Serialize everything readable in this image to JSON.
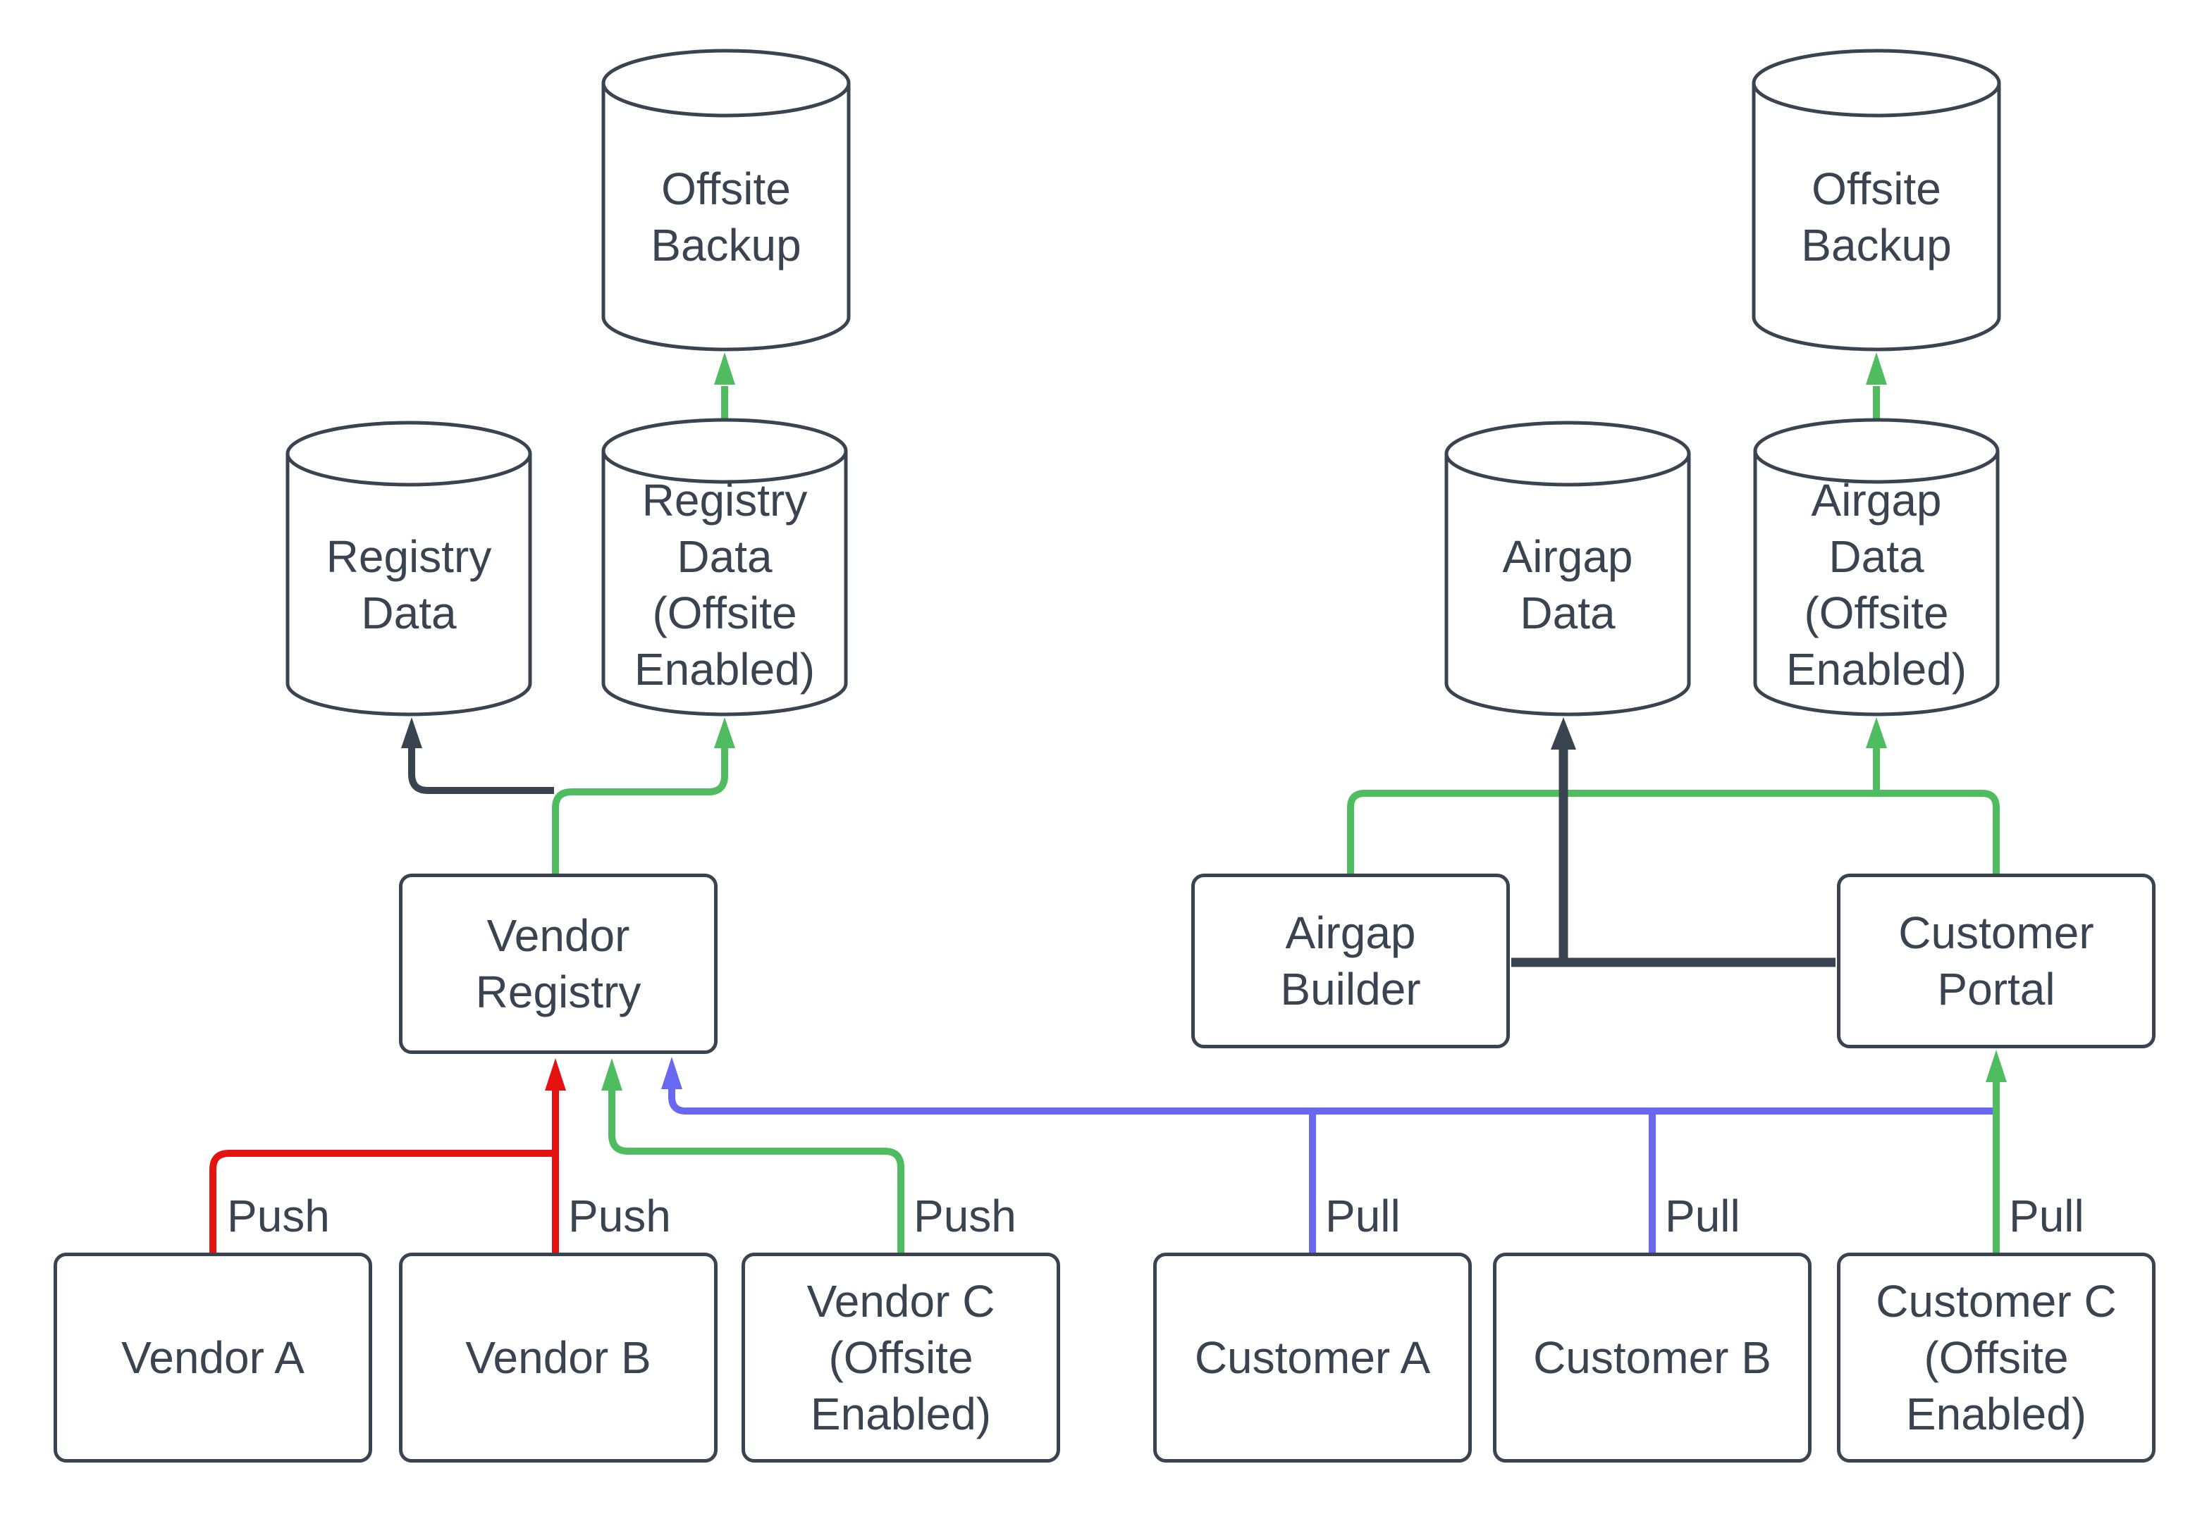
{
  "diagram": {
    "title": "",
    "colors": {
      "dark": "#3a4450",
      "red": "#e51212",
      "green": "#4fbd5f",
      "blue": "#6868f0",
      "bg": "#ffffff"
    },
    "nodes": {
      "offsite_backup_left": {
        "label": "Offsite\nBackup",
        "shape": "cylinder"
      },
      "registry_data": {
        "label": "Registry\nData",
        "shape": "cylinder"
      },
      "registry_data_offsite": {
        "label": "Registry\nData\n(Offsite\nEnabled)",
        "shape": "cylinder"
      },
      "vendor_registry": {
        "label": "Vendor\nRegistry",
        "shape": "rect"
      },
      "vendor_a": {
        "label": "Vendor A",
        "shape": "rect"
      },
      "vendor_b": {
        "label": "Vendor B",
        "shape": "rect"
      },
      "vendor_c": {
        "label": "Vendor C\n(Offsite\nEnabled)",
        "shape": "rect"
      },
      "airgap_data": {
        "label": "Airgap\nData",
        "shape": "cylinder"
      },
      "airgap_data_offsite": {
        "label": "Airgap\nData\n(Offsite\nEnabled)",
        "shape": "cylinder"
      },
      "offsite_backup_right": {
        "label": "Offsite\nBackup",
        "shape": "cylinder"
      },
      "airgap_builder": {
        "label": "Airgap\nBuilder",
        "shape": "rect"
      },
      "customer_portal": {
        "label": "Customer\nPortal",
        "shape": "rect"
      },
      "customer_a": {
        "label": "Customer A",
        "shape": "rect"
      },
      "customer_b": {
        "label": "Customer B",
        "shape": "rect"
      },
      "customer_c": {
        "label": "Customer C\n(Offsite\nEnabled)",
        "shape": "rect"
      }
    },
    "edges": [
      {
        "from": "vendor_a",
        "to": "vendor_registry",
        "color": "red",
        "label": "Push"
      },
      {
        "from": "vendor_b",
        "to": "vendor_registry",
        "color": "red",
        "label": "Push"
      },
      {
        "from": "vendor_c",
        "to": "vendor_registry",
        "color": "green",
        "label": "Push"
      },
      {
        "from": "customer_a",
        "to": "vendor_registry",
        "color": "blue",
        "label": "Pull"
      },
      {
        "from": "customer_b",
        "to": "vendor_registry",
        "color": "blue",
        "label": "Pull"
      },
      {
        "from": "customer_c",
        "to": "customer_portal",
        "color": "green",
        "label": "Pull"
      },
      {
        "from": "vendor_registry",
        "to": "registry_data",
        "color": "dark",
        "label": ""
      },
      {
        "from": "vendor_registry",
        "to": "registry_data_offsite",
        "color": "green",
        "label": ""
      },
      {
        "from": "registry_data_offsite",
        "to": "offsite_backup_left",
        "color": "green",
        "label": ""
      },
      {
        "from": "airgap_builder",
        "to": "airgap_data",
        "color": "dark",
        "label": ""
      },
      {
        "from": "customer_portal",
        "to": "airgap_data",
        "color": "dark",
        "label": ""
      },
      {
        "from": "airgap_builder",
        "to": "airgap_data_offsite",
        "color": "green",
        "label": ""
      },
      {
        "from": "customer_portal",
        "to": "airgap_data_offsite",
        "color": "green",
        "label": ""
      },
      {
        "from": "airgap_data_offsite",
        "to": "offsite_backup_right",
        "color": "green",
        "label": ""
      }
    ]
  }
}
